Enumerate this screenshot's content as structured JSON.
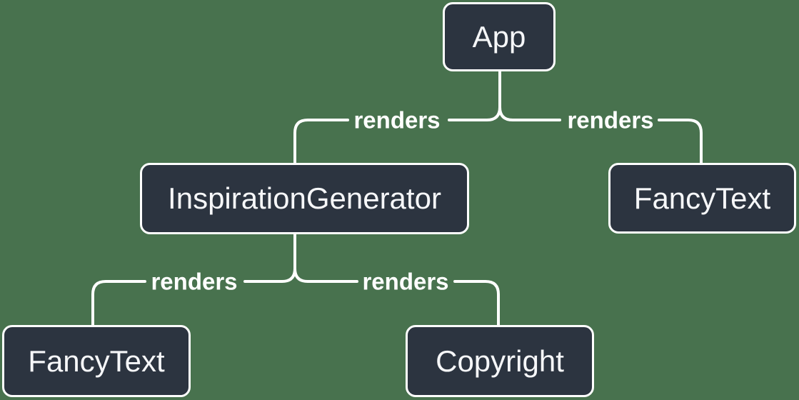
{
  "diagram": {
    "type": "component-render-tree",
    "colors": {
      "background": "#48724E",
      "node_fill": "#2C3440",
      "node_border": "#FFFFFF",
      "node_text": "#F6F7F9",
      "line": "#FFFFFF",
      "edge_label_text": "#FFFFFF"
    },
    "nodes": [
      {
        "id": "app",
        "label": "App"
      },
      {
        "id": "inspiration-generator",
        "label": "InspirationGenerator"
      },
      {
        "id": "fancy-text-right",
        "label": "FancyText"
      },
      {
        "id": "fancy-text-left",
        "label": "FancyText"
      },
      {
        "id": "copyright",
        "label": "Copyright"
      }
    ],
    "edges": [
      {
        "from": "App",
        "to": "InspirationGenerator",
        "label": "renders"
      },
      {
        "from": "App",
        "to": "FancyText",
        "label": "renders"
      },
      {
        "from": "InspirationGenerator",
        "to": "FancyText",
        "label": "renders"
      },
      {
        "from": "InspirationGenerator",
        "to": "Copyright",
        "label": "renders"
      }
    ]
  }
}
